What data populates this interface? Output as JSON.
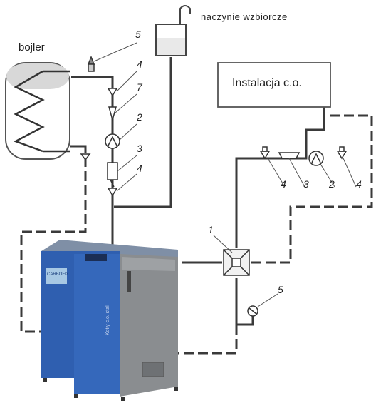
{
  "labels": {
    "bojler": "bojler",
    "naczynie": "naczynie wzbiorcze",
    "instalacja": "Instalacja c.o.",
    "boiler_panel_text": "CARBOFIX",
    "boiler_side_text": "Kotły c.o. stal"
  },
  "numbers": {
    "safety_valve_top": "5",
    "valve_upper": "4",
    "check_valve": "7",
    "pump_left": "2",
    "filter_left": "3",
    "valve_lower": "4",
    "mixing_valve": "1",
    "valve_right_a": "4",
    "filter_right": "3",
    "pump_right": "2",
    "valve_right_b": "4",
    "safety_valve_bottom": "5"
  },
  "colors": {
    "line": "#3a3a3a",
    "boiler_blue": "#2f5fb0",
    "boiler_grey": "#8a8d90",
    "tank_fill": "#e9e9e9"
  }
}
